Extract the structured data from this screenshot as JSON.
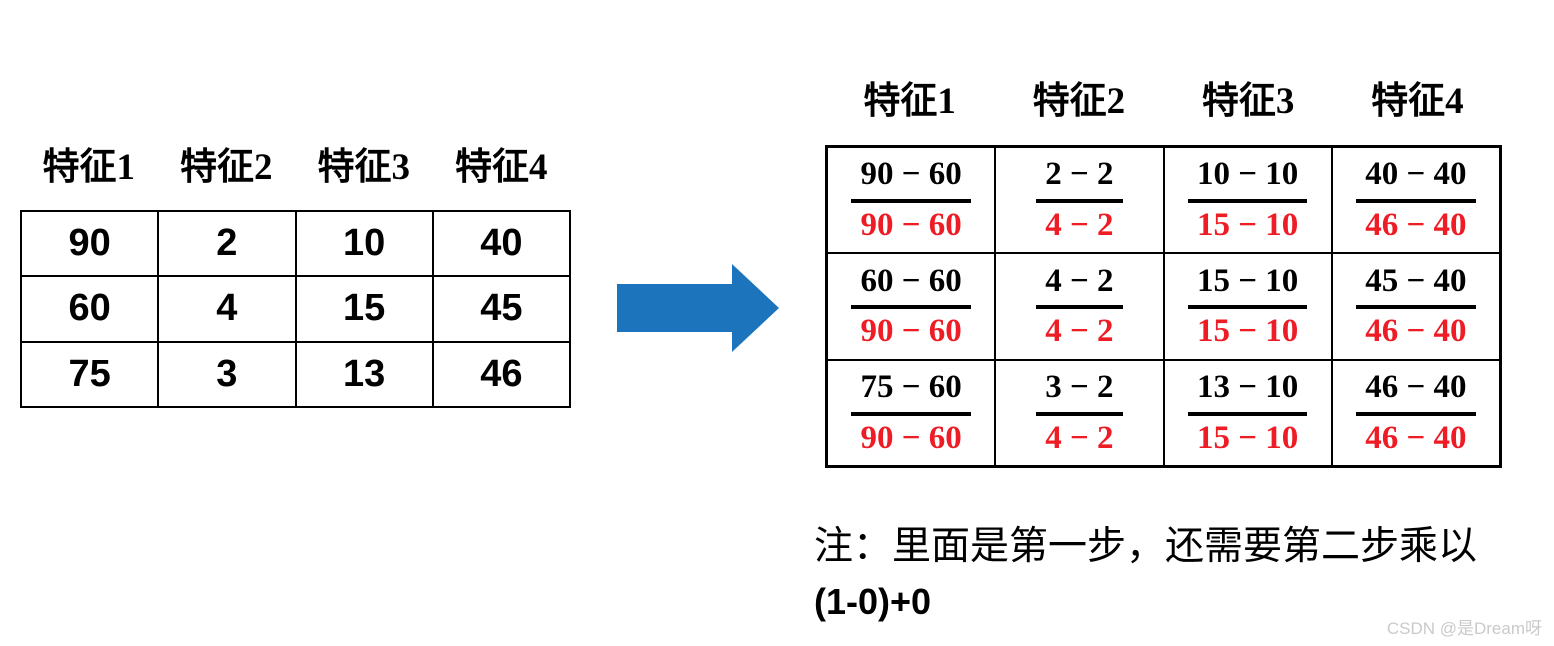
{
  "left_table": {
    "headers": [
      "特征1",
      "特征2",
      "特征3",
      "特征4"
    ],
    "rows": [
      [
        "90",
        "2",
        "10",
        "40"
      ],
      [
        "60",
        "4",
        "15",
        "45"
      ],
      [
        "75",
        "3",
        "13",
        "46"
      ]
    ]
  },
  "right_table": {
    "headers": [
      "特征1",
      "特征2",
      "特征3",
      "特征4"
    ],
    "rows": [
      [
        {
          "num": "90 − 60",
          "den": "90 − 60"
        },
        {
          "num": "2 − 2",
          "den": "4 − 2"
        },
        {
          "num": "10 − 10",
          "den": "15 − 10"
        },
        {
          "num": "40 − 40",
          "den": "46 − 40"
        }
      ],
      [
        {
          "num": "60 − 60",
          "den": "90 − 60"
        },
        {
          "num": "4 − 2",
          "den": "4 − 2"
        },
        {
          "num": "15 − 10",
          "den": "15 − 10"
        },
        {
          "num": "45 − 40",
          "den": "46 − 40"
        }
      ],
      [
        {
          "num": "75 − 60",
          "den": "90 − 60"
        },
        {
          "num": "3 − 2",
          "den": "4 − 2"
        },
        {
          "num": "13 − 10",
          "den": "15 − 10"
        },
        {
          "num": "46 − 40",
          "den": "46 − 40"
        }
      ]
    ]
  },
  "note": {
    "line1": "注：里面是第一步，还需要第二步乘以",
    "line2": "(1-0)+0"
  },
  "watermark": "CSDN @是Dream呀",
  "icons": {
    "arrow": "right-arrow-icon"
  },
  "colors": {
    "arrow_blue": "#1C75BC",
    "denominator_red": "#EE1C25",
    "text_black": "#000000",
    "watermark_gray": "#C9CACB"
  }
}
